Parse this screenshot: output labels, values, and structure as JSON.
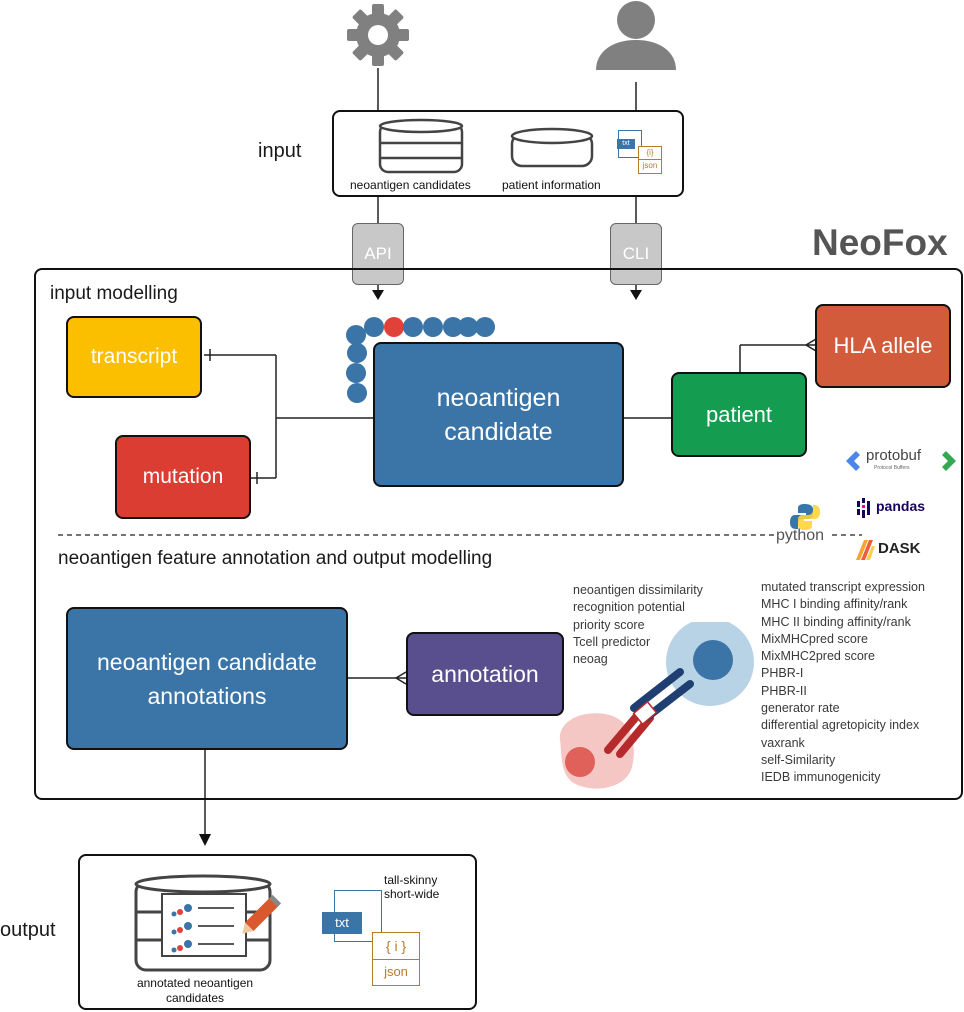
{
  "brand": "NeoFox",
  "input": {
    "label": "input",
    "items": [
      {
        "label": "neoantigen candidates"
      },
      {
        "label": "patient information"
      }
    ],
    "file_icons": [
      "txt",
      "{i}",
      "json"
    ]
  },
  "interfaces": {
    "api": "API",
    "cli": "CLI"
  },
  "sections": {
    "input_modelling": "input modelling",
    "annotation_modelling": "neoantigen feature annotation and output modelling"
  },
  "entities": {
    "transcript": "transcript",
    "mutation": "mutation",
    "neoantigen_candidate_line1": "neoantigen",
    "neoantigen_candidate_line2": "candidate",
    "patient": "patient",
    "hla_allele": "HLA allele",
    "annotations_line1": "neoantigen candidate",
    "annotations_line2": "annotations",
    "annotation": "annotation"
  },
  "colors": {
    "transcript": "#fcbf00",
    "mutation": "#dc3d33",
    "neoantigen": "#3b74a6",
    "patient": "#149c50",
    "hla": "#d25b3b",
    "annotation": "#5a4f8e",
    "peptide_highlight": "#e0423a"
  },
  "tech_logos": {
    "protobuf": "protobuf",
    "protobuf_sub": "Protocol Buffers",
    "python": "python",
    "pandas": "pandas",
    "dask": "DASK"
  },
  "features_left": [
    "neoantigen dissimilarity",
    "recognition potential",
    "priority score",
    "Tcell predictor",
    "neoag"
  ],
  "features_right": [
    "mutated transcript expression",
    "MHC I binding affinity/rank",
    "MHC II binding affinity/rank",
    "MixMHCpred score",
    "MixMHC2pred score",
    "PHBR-I",
    "PHBR-II",
    "generator rate",
    "differential agretopicity index",
    "vaxrank",
    "self-Similarity",
    "IEDB immunogenicity"
  ],
  "output": {
    "label": "output",
    "formats": [
      "tall-skinny",
      "short-wide"
    ],
    "caption_line1": "annotated neoantigen",
    "caption_line2": "candidates",
    "file_icons": [
      "txt",
      "{ i }",
      "json"
    ]
  }
}
